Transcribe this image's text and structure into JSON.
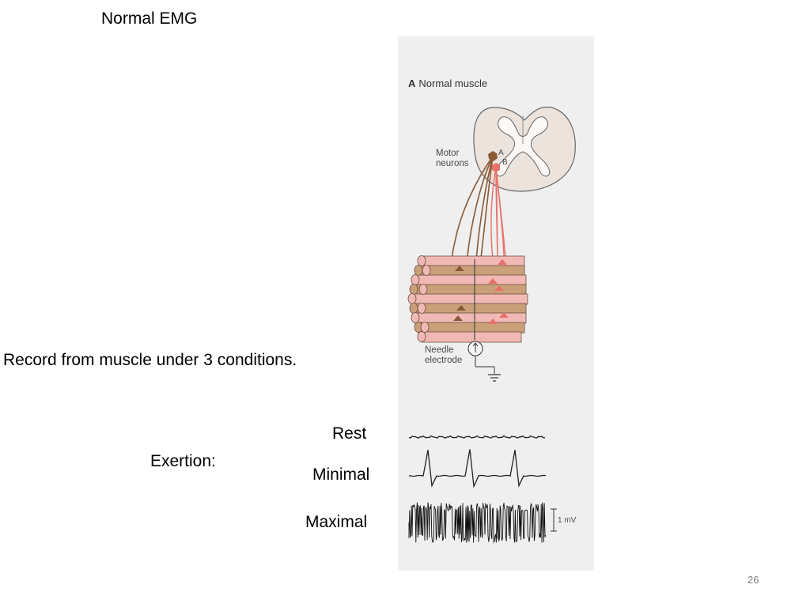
{
  "slide": {
    "title": "Normal EMG",
    "record_text": "Record from muscle under 3 conditions.",
    "exertion_label": "Exertion:",
    "page_number": "26"
  },
  "conditions": {
    "rest": "Rest",
    "minimal": "Minimal",
    "maximal": "Maximal"
  },
  "figure": {
    "panel_letter": "A",
    "panel_title": "Normal muscle",
    "motor_neurons_label": "Motor\nneurons",
    "neuron_a": "A",
    "neuron_b": "B",
    "needle_label": "Needle\nelectrode",
    "scale_label": "1 mV"
  },
  "colors": {
    "neuron_a": "#8a5a35",
    "neuron_b": "#e8706a",
    "spinal_cord": "#ece3dc",
    "fiber_tan": "#c9a07a",
    "fiber_pink": "#f1b9b5",
    "panel_bg": "#efefef",
    "trace": "#222222"
  }
}
